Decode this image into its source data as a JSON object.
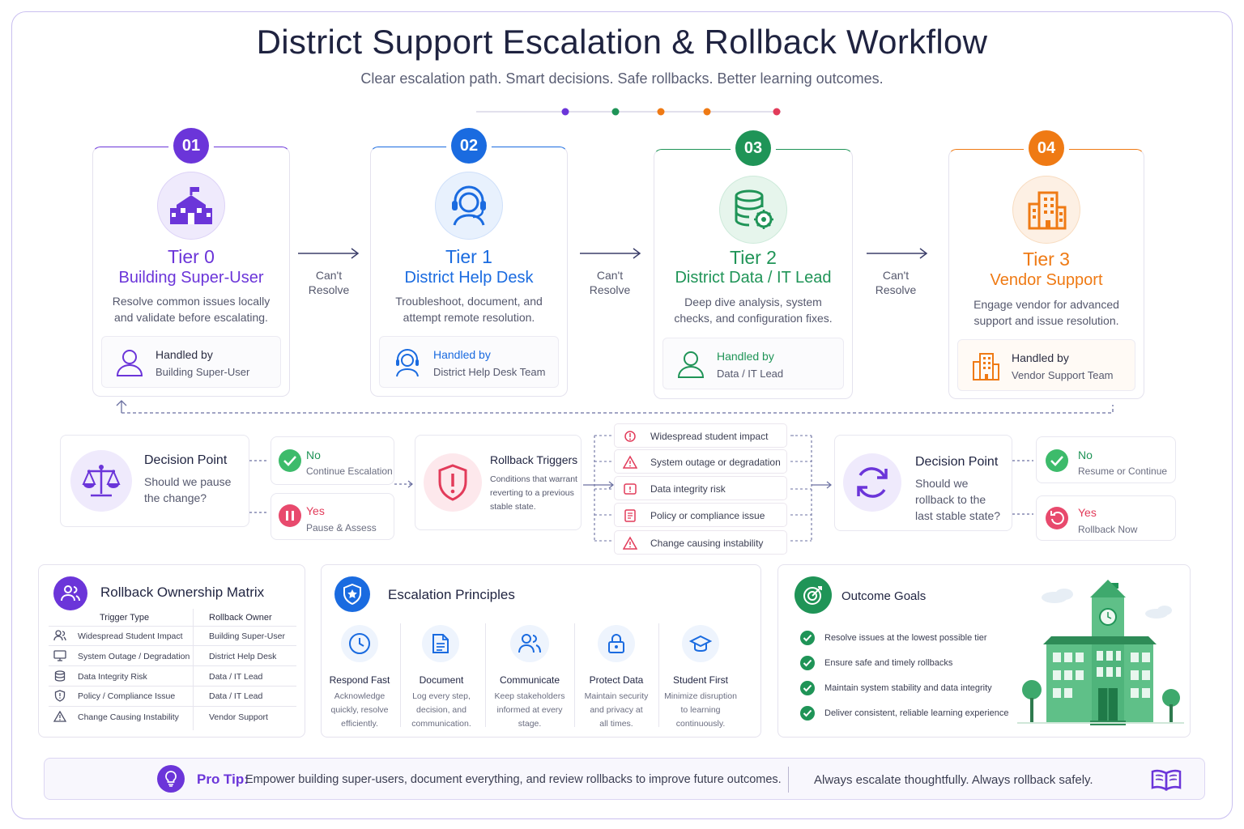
{
  "header": {
    "title": "District Support Escalation & Rollback Workflow",
    "subtitle": "Clear escalation path. Smart decisions. Safe rollbacks. Better learning outcomes."
  },
  "colors": {
    "purple": "#6b35d9",
    "blue": "#1a6be0",
    "green": "#1f9457",
    "orange": "#ef7a14",
    "red": "#e23b5a"
  },
  "tiers": [
    {
      "num": "01",
      "tier": "Tier 0",
      "name": "Building Super-User",
      "desc": "Resolve common issues locally and validate before escalating.",
      "handled_label": "Handled by",
      "handled_by": "Building Super-User",
      "icon": "school-icon"
    },
    {
      "num": "02",
      "tier": "Tier 1",
      "name": "District Help Desk",
      "desc": "Troubleshoot, document, and attempt remote resolution.",
      "handled_label": "Handled by",
      "handled_by": "District Help Desk Team",
      "icon": "headset-icon"
    },
    {
      "num": "03",
      "tier": "Tier 2",
      "name": "District Data / IT Lead",
      "desc": "Deep dive analysis, system checks, and configuration fixes.",
      "handled_label": "Handled by",
      "handled_by": "Data / IT Lead",
      "icon": "database-gear-icon"
    },
    {
      "num": "04",
      "tier": "Tier 3",
      "name": "Vendor Support",
      "desc": "Engage vendor for advanced support and issue resolution.",
      "handled_label": "Handled by",
      "handled_by": "Vendor Support Team",
      "icon": "building-icon"
    }
  ],
  "arrows": [
    "Can't Resolve",
    "Can't Resolve",
    "Can't Resolve"
  ],
  "decision1": {
    "title": "Decision Point",
    "question": "Should we pause the change?",
    "no_title": "No",
    "no_sub": "Continue Escalation",
    "yes_title": "Yes",
    "yes_sub": "Pause & Assess"
  },
  "rollback_triggers": {
    "title": "Rollback Triggers",
    "desc": "Conditions that warrant reverting to a previous stable state.",
    "items": [
      "Widespread student impact",
      "System outage or degradation",
      "Data integrity risk",
      "Policy or compliance issue",
      "Change causing instability"
    ]
  },
  "decision2": {
    "title": "Decision Point",
    "question": "Should we rollback to the last stable state?",
    "no_title": "No",
    "no_sub": "Resume or Continue",
    "yes_title": "Yes",
    "yes_sub": "Rollback Now"
  },
  "matrix": {
    "title": "Rollback Ownership Matrix",
    "col1": "Trigger Type",
    "col2": "Rollback Owner",
    "rows": [
      {
        "trigger": "Widespread Student Impact",
        "owner": "Building Super-User"
      },
      {
        "trigger": "System Outage / Degradation",
        "owner": "District Help Desk"
      },
      {
        "trigger": "Data Integrity Risk",
        "owner": "Data / IT Lead"
      },
      {
        "trigger": "Policy / Compliance Issue",
        "owner": "Data / IT Lead"
      },
      {
        "trigger": "Change Causing Instability",
        "owner": "Vendor Support"
      }
    ]
  },
  "principles": {
    "title": "Escalation Principles",
    "items": [
      {
        "title": "Respond Fast",
        "desc": [
          "Acknowledge",
          "quickly, resolve",
          "efficiently."
        ]
      },
      {
        "title": "Document",
        "desc": [
          "Log every step,",
          "decision, and",
          "communication."
        ]
      },
      {
        "title": "Communicate",
        "desc": [
          "Keep stakeholders",
          "informed at every",
          "stage."
        ]
      },
      {
        "title": "Protect Data",
        "desc": [
          "Maintain security",
          "and privacy at",
          "all times."
        ]
      },
      {
        "title": "Student First",
        "desc": [
          "Minimize disruption",
          "to learning",
          "continuously."
        ]
      }
    ]
  },
  "outcomes": {
    "title": "Outcome Goals",
    "items": [
      "Resolve issues at the lowest possible tier",
      "Ensure safe and timely rollbacks",
      "Maintain system stability and data integrity",
      "Deliver consistent, reliable learning experience"
    ]
  },
  "tip": {
    "label": "Pro Tip:",
    "text": "Empower building super-users, document everything, and review rollbacks to improve future outcomes.",
    "slogan": "Always escalate thoughtfully. Always rollback safely."
  }
}
